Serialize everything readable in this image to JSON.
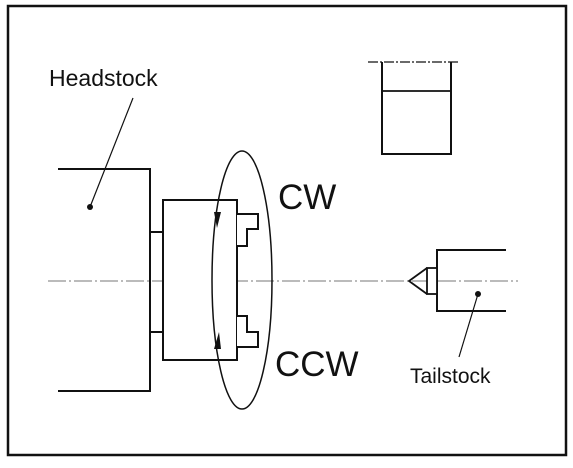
{
  "labels": {
    "headstock": "Headstock",
    "tailstock": "Tailstock",
    "cw": "CW",
    "ccw": "CCW"
  },
  "colors": {
    "line": "#111111",
    "centerline": "#777777",
    "background": "#ffffff"
  }
}
